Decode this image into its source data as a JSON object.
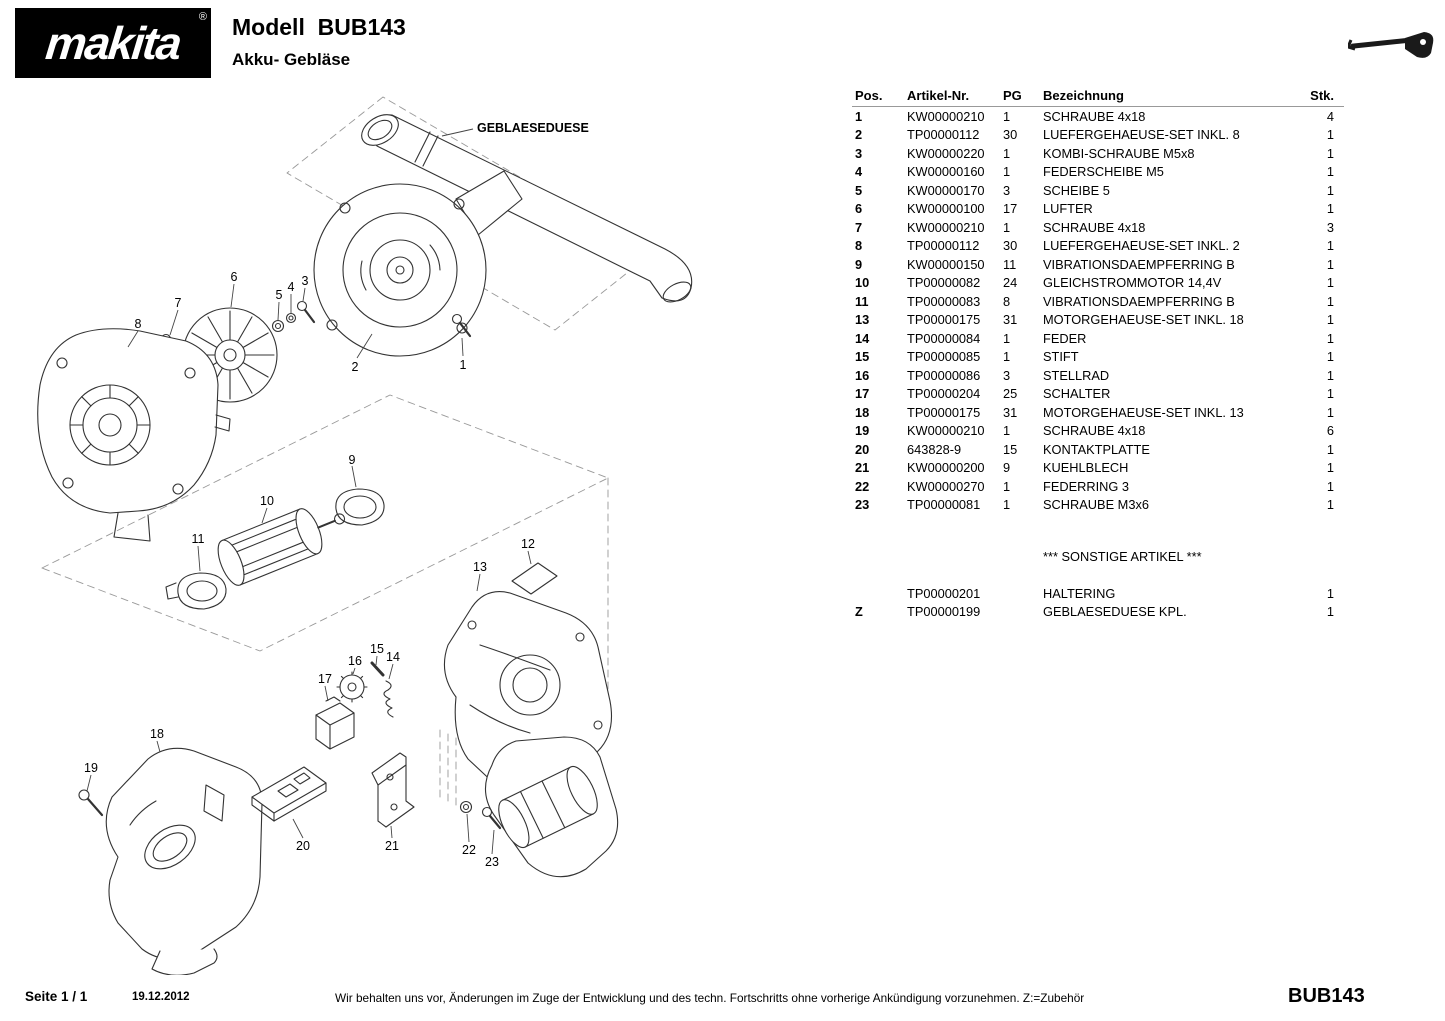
{
  "header": {
    "brand": "makita",
    "registered": "®",
    "model_title": "Modell  BUB143",
    "subtitle": "Akku- Gebläse"
  },
  "diagram": {
    "nozzle_label": "GEBLAESEDUESE",
    "callouts": [
      "1",
      "2",
      "3",
      "4",
      "5",
      "6",
      "7",
      "8",
      "9",
      "10",
      "11",
      "12",
      "13",
      "14",
      "15",
      "16",
      "17",
      "18",
      "19",
      "20",
      "21",
      "22",
      "23"
    ]
  },
  "table": {
    "headers": {
      "pos": "Pos.",
      "artikel": "Artikel-Nr.",
      "pg": "PG",
      "bezeichnung": "Bezeichnung",
      "stk": "Stk."
    },
    "rows": [
      {
        "pos": "1",
        "artikel": "KW00000210",
        "pg": "1",
        "bezeichnung": "SCHRAUBE 4x18",
        "stk": "4"
      },
      {
        "pos": "2",
        "artikel": "TP00000112",
        "pg": "30",
        "bezeichnung": "LUEFERGEHAEUSE-SET INKL. 8",
        "stk": "1"
      },
      {
        "pos": "3",
        "artikel": "KW00000220",
        "pg": "1",
        "bezeichnung": "KOMBI-SCHRAUBE M5x8",
        "stk": "1"
      },
      {
        "pos": "4",
        "artikel": "KW00000160",
        "pg": "1",
        "bezeichnung": "FEDERSCHEIBE M5",
        "stk": "1"
      },
      {
        "pos": "5",
        "artikel": "KW00000170",
        "pg": "3",
        "bezeichnung": "SCHEIBE 5",
        "stk": "1"
      },
      {
        "pos": "6",
        "artikel": "KW00000100",
        "pg": "17",
        "bezeichnung": "LUFTER",
        "stk": "1"
      },
      {
        "pos": "7",
        "artikel": "KW00000210",
        "pg": "1",
        "bezeichnung": "SCHRAUBE 4x18",
        "stk": "3"
      },
      {
        "pos": "8",
        "artikel": "TP00000112",
        "pg": "30",
        "bezeichnung": "LUEFERGEHAEUSE-SET INKL. 2",
        "stk": "1"
      },
      {
        "pos": "9",
        "artikel": "KW00000150",
        "pg": "11",
        "bezeichnung": "VIBRATIONSDAEMPFERRING B",
        "stk": "1"
      },
      {
        "pos": "10",
        "artikel": "TP00000082",
        "pg": "24",
        "bezeichnung": "GLEICHSTROMMOTOR 14,4V",
        "stk": "1"
      },
      {
        "pos": "11",
        "artikel": "TP00000083",
        "pg": "8",
        "bezeichnung": "VIBRATIONSDAEMPFERRING B",
        "stk": "1"
      },
      {
        "pos": "13",
        "artikel": "TP00000175",
        "pg": "31",
        "bezeichnung": "MOTORGEHAEUSE-SET INKL. 18",
        "stk": "1"
      },
      {
        "pos": "14",
        "artikel": "TP00000084",
        "pg": "1",
        "bezeichnung": "FEDER",
        "stk": "1"
      },
      {
        "pos": "15",
        "artikel": "TP00000085",
        "pg": "1",
        "bezeichnung": "STIFT",
        "stk": "1"
      },
      {
        "pos": "16",
        "artikel": "TP00000086",
        "pg": "3",
        "bezeichnung": "STELLRAD",
        "stk": "1"
      },
      {
        "pos": "17",
        "artikel": "TP00000204",
        "pg": "25",
        "bezeichnung": "SCHALTER",
        "stk": "1"
      },
      {
        "pos": "18",
        "artikel": "TP00000175",
        "pg": "31",
        "bezeichnung": "MOTORGEHAEUSE-SET INKL. 13",
        "stk": "1"
      },
      {
        "pos": "19",
        "artikel": "KW00000210",
        "pg": "1",
        "bezeichnung": "SCHRAUBE 4x18",
        "stk": "6"
      },
      {
        "pos": "20",
        "artikel": "643828-9",
        "pg": "15",
        "bezeichnung": "KONTAKTPLATTE",
        "stk": "1"
      },
      {
        "pos": "21",
        "artikel": "KW00000200",
        "pg": "9",
        "bezeichnung": "KUEHLBLECH",
        "stk": "1"
      },
      {
        "pos": "22",
        "artikel": "KW00000270",
        "pg": "1",
        "bezeichnung": "FEDERRING 3",
        "stk": "1"
      },
      {
        "pos": "23",
        "artikel": "TP00000081",
        "pg": "1",
        "bezeichnung": "SCHRAUBE M3x6",
        "stk": "1"
      }
    ],
    "sonstige_title": "*** SONSTIGE ARTIKEL ***",
    "sonstige_rows": [
      {
        "pos": "",
        "artikel": "TP00000201",
        "pg": "",
        "bezeichnung": "HALTERING",
        "stk": "1"
      },
      {
        "pos": "Z",
        "artikel": "TP00000199",
        "pg": "",
        "bezeichnung": "GEBLAESEDUESE KPL.",
        "stk": "1"
      }
    ]
  },
  "footer": {
    "page": "Seite 1 / 1",
    "date": "19.12.2012",
    "disclaimer": "Wir behalten uns vor, Änderungen im Zuge der Entwicklung und des techn. Fortschritts ohne vorherige Ankündigung vorzunehmen. Z:=Zubehör",
    "model": "BUB143"
  }
}
